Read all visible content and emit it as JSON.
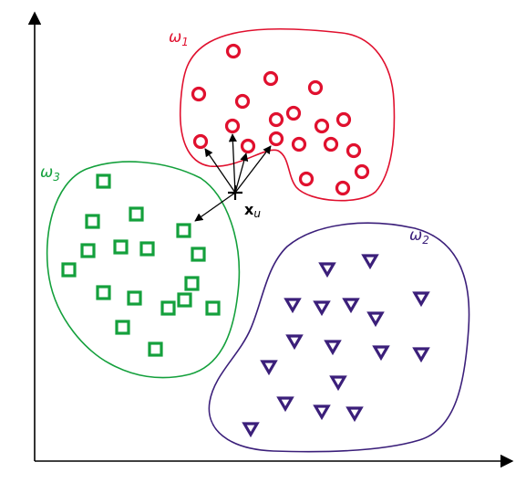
{
  "colors": {
    "class1": "#e0102e",
    "class2": "#3b1f7a",
    "class3": "#14a03c",
    "axis": "#000000"
  },
  "labels": {
    "omega1": {
      "base": "ω",
      "sub": "1"
    },
    "omega2": {
      "base": "ω",
      "sub": "2"
    },
    "omega3": {
      "base": "ω",
      "sub": "3"
    },
    "query": {
      "base": "x",
      "sub": "u"
    }
  }
}
